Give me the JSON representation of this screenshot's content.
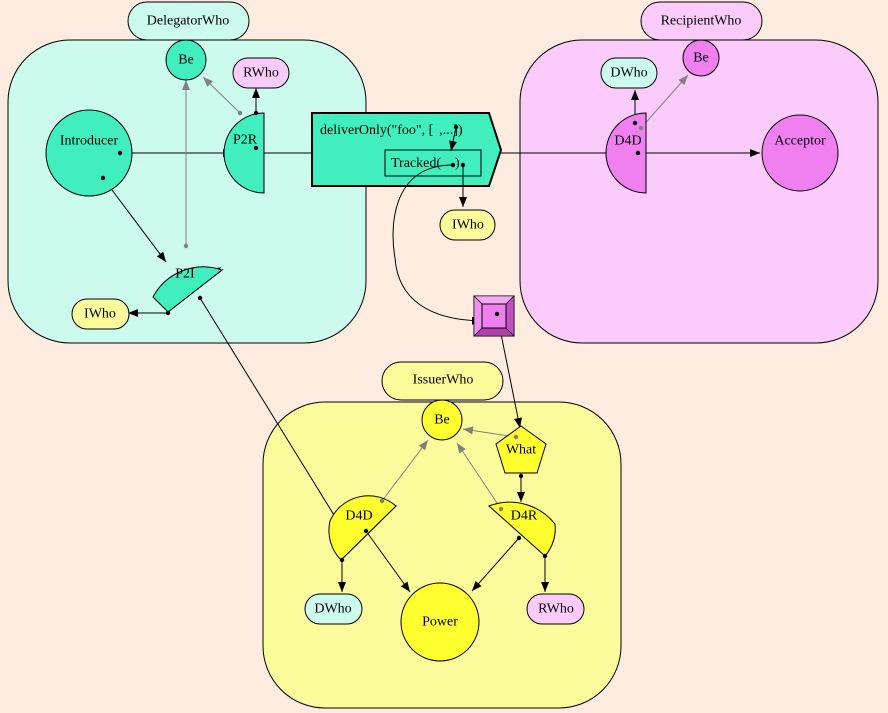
{
  "colors": {
    "background": "#ffece0",
    "delegator": "#ccfbee",
    "delegator_node": "#40efbd",
    "recipient": "#fbccfb",
    "recipient_node": "#f080f0",
    "issuer": "#fbfb9b",
    "issuer_node": "#ffff30"
  },
  "vats": {
    "delegator": {
      "title": "DelegatorWho"
    },
    "recipient": {
      "title": "RecipientWho"
    },
    "issuer": {
      "title": "IssuerWho"
    }
  },
  "nodes": {
    "delegator_be": "Be",
    "delegator_rwho": "RWho",
    "introducer": "Introducer",
    "p2r": "P2R",
    "p2i": "P2I",
    "delegator_iwho": "IWho",
    "recipient_dwho": "DWho",
    "recipient_be": "Be",
    "recipient_d4d": "D4D",
    "acceptor": "Acceptor",
    "message_iwho": "IWho",
    "issuer_be": "Be",
    "what": "What",
    "issuer_d4d": "D4D",
    "d4r": "D4R",
    "issuer_dwho": "DWho",
    "power": "Power",
    "issuer_rwho": "RWho"
  },
  "message": {
    "call": "deliverOnly(\"foo\", [",
    "call_tail": ",...])",
    "tracked": "Tracked(",
    "tracked_tail": ")"
  }
}
